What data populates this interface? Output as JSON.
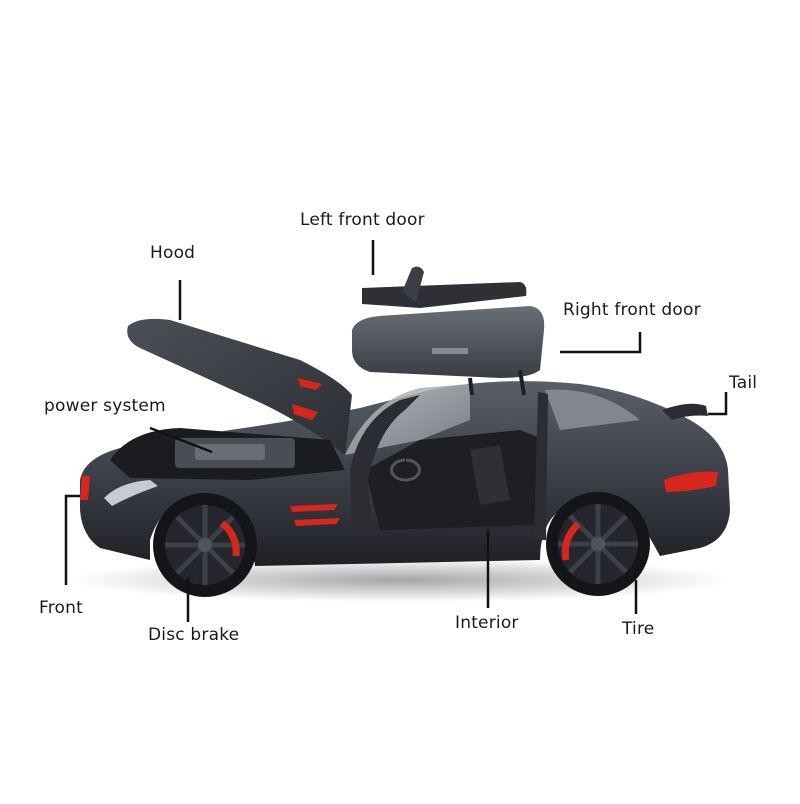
{
  "labels": {
    "hood": "Hood",
    "left_front_door": "Left front door",
    "right_front_door": "Right front door",
    "tail": "Tail",
    "power_system": "power system",
    "front": "Front",
    "disc_brake": "Disc brake",
    "interior": "Interior",
    "tire": "Tire"
  },
  "colors": {
    "body": "#3c3f47",
    "body_dark": "#24262c",
    "accent_red": "#d7261e",
    "glass": "#9aa0a8",
    "leader": "#111111"
  }
}
